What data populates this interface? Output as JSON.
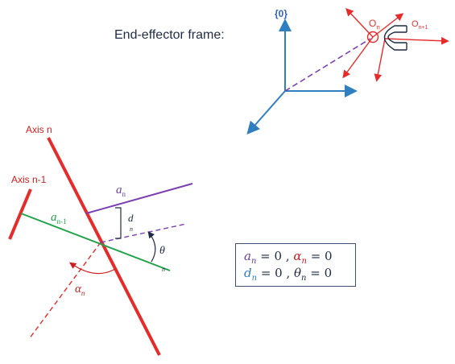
{
  "end_effector_frame": {
    "title": "End-effector frame:",
    "base_frame_label": "{0}",
    "frame_n_label": "O",
    "frame_n_sub": "n",
    "frame_n1_label": "O",
    "frame_n1_sub": "n+1"
  },
  "dh_diagram": {
    "axis_n_label": "Axis n",
    "axis_n_minus_1_label": "Axis n-1",
    "a_n_symbol": "a",
    "a_n_sub": "n",
    "a_n_minus_1_symbol": "a",
    "a_n_minus_1_sub": "n-1",
    "d_symbol": "d",
    "d_sub": "n",
    "theta_symbol": "θ",
    "theta_sub": "n",
    "alpha_symbol": "α",
    "alpha_sub": "n"
  },
  "equations": {
    "line1": {
      "a": "a",
      "a_sub": "n",
      "a_val": " = 0 , ",
      "alpha": "α",
      "alpha_sub": "n",
      "alpha_val": " = 0"
    },
    "line2": {
      "d": "d",
      "d_sub": "n",
      "d_val": " = 0 , ",
      "theta": "θ",
      "theta_sub": "n",
      "theta_val": " = 0"
    }
  },
  "colors": {
    "axis_red": "#e62b2b",
    "link_purple": "#7b3fb0",
    "link_green": "#22a24a",
    "frame_blue": "#2f7fc1",
    "text_navy": "#1f2a44"
  }
}
